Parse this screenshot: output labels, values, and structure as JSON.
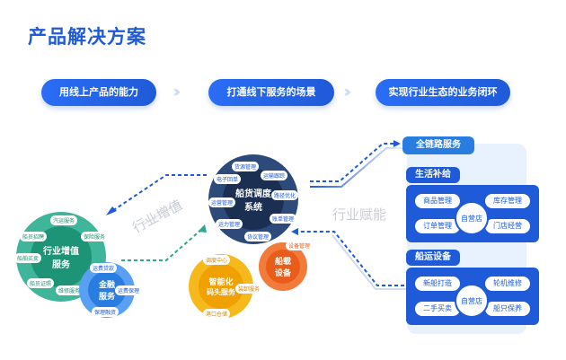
{
  "title": "产品解决方案",
  "steps": [
    "用线上产品的能力",
    "打通线下服务的场景",
    "实现行业生态的业务闭环"
  ],
  "center_hub": {
    "label": "船货调度系统",
    "label_lines": [
      "船货调度",
      "系统"
    ],
    "ring_labels": [
      "货源管理",
      "运输跟踪",
      "路径优化",
      "账单管理",
      "协议管理",
      "运力管理",
      "运营管理",
      "电子回单"
    ]
  },
  "left_hub": {
    "label_lines": [
      "行业增值",
      "服务"
    ],
    "ring_labels": [
      "汽运服务",
      "保险服务",
      "船员招聘",
      "船舶买卖",
      "船员证照",
      "维修服务"
    ]
  },
  "finance": {
    "label_lines": [
      "金融",
      "服务"
    ],
    "ring_labels": [
      "运费贷款",
      "运费保理",
      "保理融资"
    ]
  },
  "smart_service": {
    "label_lines": [
      "智能化",
      "码头服务"
    ],
    "ring_labels": [
      "调度中心",
      "装卸服务",
      "港口仓储"
    ]
  },
  "ship_equipment": {
    "label_lines": [
      "船载",
      "设备"
    ],
    "ring_labels": [
      "设备管理"
    ]
  },
  "flow_labels": {
    "left": "行业增值",
    "right": "行业赋能"
  },
  "right_panel": {
    "header": "全链路服务",
    "groups": [
      {
        "title": "生活补给",
        "center": "自营店",
        "items": [
          "商品管理",
          "库存管理",
          "订单管理",
          "门店经营"
        ]
      },
      {
        "title": "船运设备",
        "center": "自营店",
        "items": [
          "新船打造",
          "轮机维修",
          "二手买卖",
          "船只保养"
        ]
      }
    ]
  },
  "colors": {
    "primary": "#1f5bd8",
    "accent_green": "#2ea88d",
    "accent_orange": "#f0a000",
    "accent_red": "#f05a1f",
    "navy": "#2c4a7a"
  }
}
